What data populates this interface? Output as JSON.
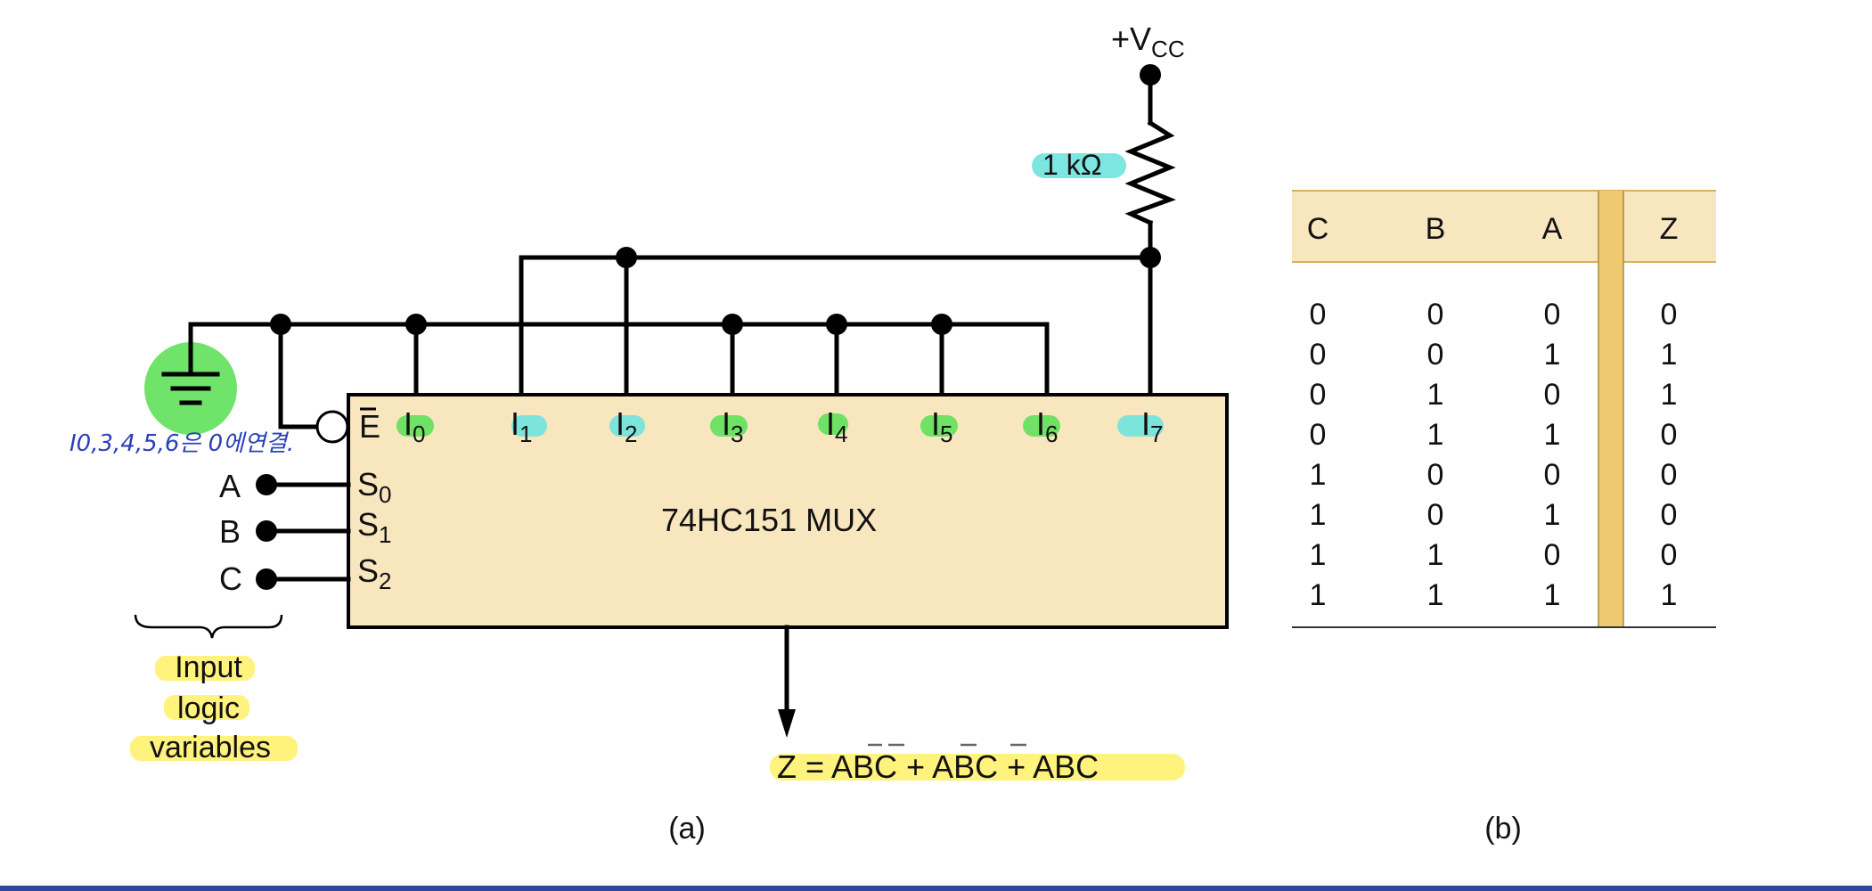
{
  "circuit": {
    "supply_label_main": "+V",
    "supply_label_sub": "CC",
    "resistor_label": "1 kΩ",
    "chip_label": "74HC151 MUX",
    "enable_label": "E",
    "data_inputs": [
      {
        "letter": "I",
        "sub": "0"
      },
      {
        "letter": "I",
        "sub": "1"
      },
      {
        "letter": "I",
        "sub": "2"
      },
      {
        "letter": "I",
        "sub": "3"
      },
      {
        "letter": "I",
        "sub": "4"
      },
      {
        "letter": "I",
        "sub": "5"
      },
      {
        "letter": "I",
        "sub": "6"
      },
      {
        "letter": "I",
        "sub": "7"
      }
    ],
    "select_inputs": [
      {
        "var": "A",
        "letter": "S",
        "sub": "0"
      },
      {
        "var": "B",
        "letter": "S",
        "sub": "1"
      },
      {
        "var": "C",
        "letter": "S",
        "sub": "2"
      }
    ],
    "brace_label": [
      "Input",
      "logic",
      "variables"
    ],
    "output_expression": "Z = ABC + ABC + ABC",
    "handwritten_note": "I0,3,4,5,6은 0에연결.",
    "caption": "(a)"
  },
  "truth_table": {
    "headers": [
      "C",
      "B",
      "A",
      "Z"
    ],
    "rows": [
      [
        "0",
        "0",
        "0",
        "0"
      ],
      [
        "0",
        "0",
        "1",
        "1"
      ],
      [
        "0",
        "1",
        "0",
        "1"
      ],
      [
        "0",
        "1",
        "1",
        "0"
      ],
      [
        "1",
        "0",
        "0",
        "0"
      ],
      [
        "1",
        "0",
        "1",
        "0"
      ],
      [
        "1",
        "1",
        "0",
        "0"
      ],
      [
        "1",
        "1",
        "1",
        "1"
      ]
    ],
    "caption": "(b)"
  },
  "colors": {
    "chip_fill": "#f8e6bf",
    "table_header": "#f8e6bf",
    "table_divider": "#efc970",
    "highlight_yellow": "#fff176",
    "highlight_green": "#5fe05a",
    "highlight_cyan": "#6fe3de",
    "bottom_rule": "#2d4a9a"
  }
}
